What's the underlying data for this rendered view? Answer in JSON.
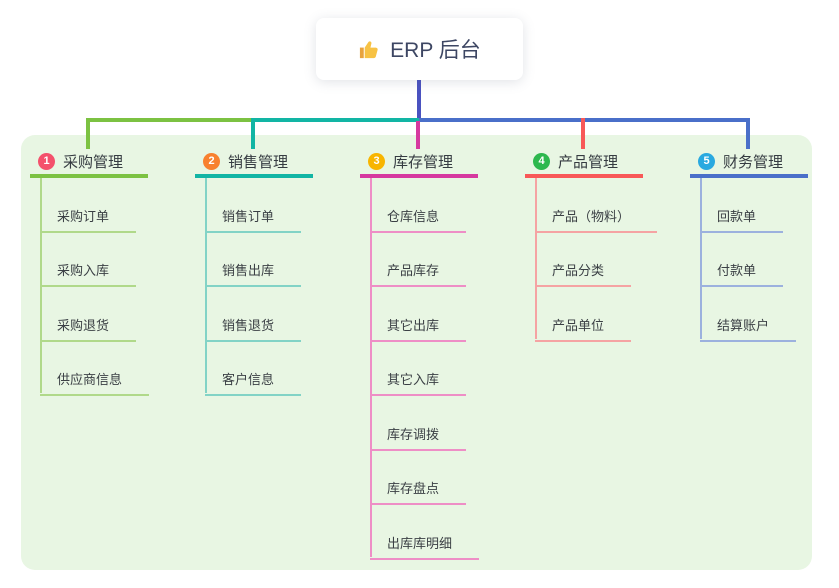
{
  "root": {
    "title": "ERP 后台",
    "icon": "thumbs-up"
  },
  "colors": {
    "panel_background": "#e8f6e3",
    "root_connector": "#4a52c0",
    "branch_accents": [
      "#7cc242",
      "#12b5a4",
      "#d6399f",
      "#f85858",
      "#4a6fc9"
    ],
    "branch_child_lines": [
      "#b0d98a",
      "#82d3c6",
      "#ee8ec6",
      "#f5a3a3",
      "#9cb1de"
    ],
    "badge_colors": [
      "#f4516c",
      "#f8812f",
      "#f8b500",
      "#2db84e",
      "#29a9e0"
    ]
  },
  "branches": [
    {
      "badge": "1",
      "label": "采购管理",
      "children": [
        {
          "label": "采购订单"
        },
        {
          "label": "采购入库"
        },
        {
          "label": "采购退货"
        },
        {
          "label": "供应商信息"
        }
      ]
    },
    {
      "badge": "2",
      "label": "销售管理",
      "children": [
        {
          "label": "销售订单"
        },
        {
          "label": "销售出库"
        },
        {
          "label": "销售退货"
        },
        {
          "label": "客户信息"
        }
      ]
    },
    {
      "badge": "3",
      "label": "库存管理",
      "children": [
        {
          "label": "仓库信息"
        },
        {
          "label": "产品库存"
        },
        {
          "label": "其它出库"
        },
        {
          "label": "其它入库"
        },
        {
          "label": "库存调拨"
        },
        {
          "label": "库存盘点"
        },
        {
          "label": "出库库明细"
        }
      ]
    },
    {
      "badge": "4",
      "label": "产品管理",
      "children": [
        {
          "label": "产品（物料）"
        },
        {
          "label": "产品分类"
        },
        {
          "label": "产品单位"
        }
      ]
    },
    {
      "badge": "5",
      "label": "财务管理",
      "children": [
        {
          "label": "回款单"
        },
        {
          "label": "付款单"
        },
        {
          "label": "结算账户"
        }
      ]
    }
  ]
}
